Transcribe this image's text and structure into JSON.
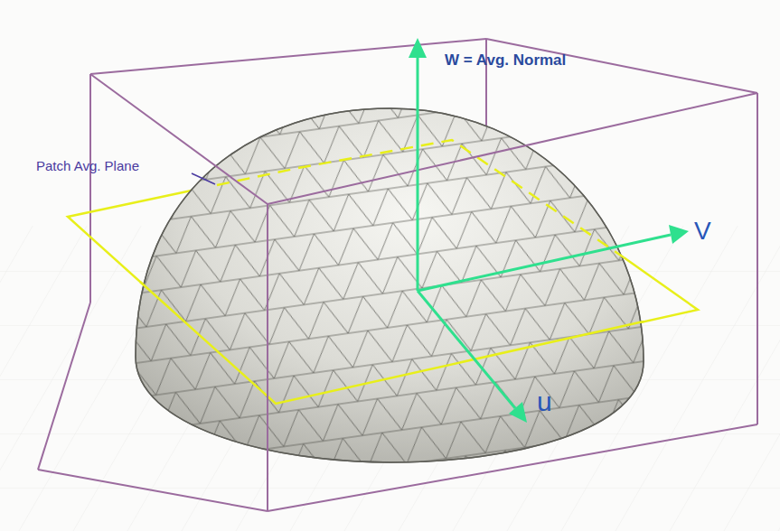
{
  "diagram": {
    "labels": [
      "W = Avg. Normal",
      "Patch Avg. Plane",
      "V",
      "u"
    ]
  }
}
